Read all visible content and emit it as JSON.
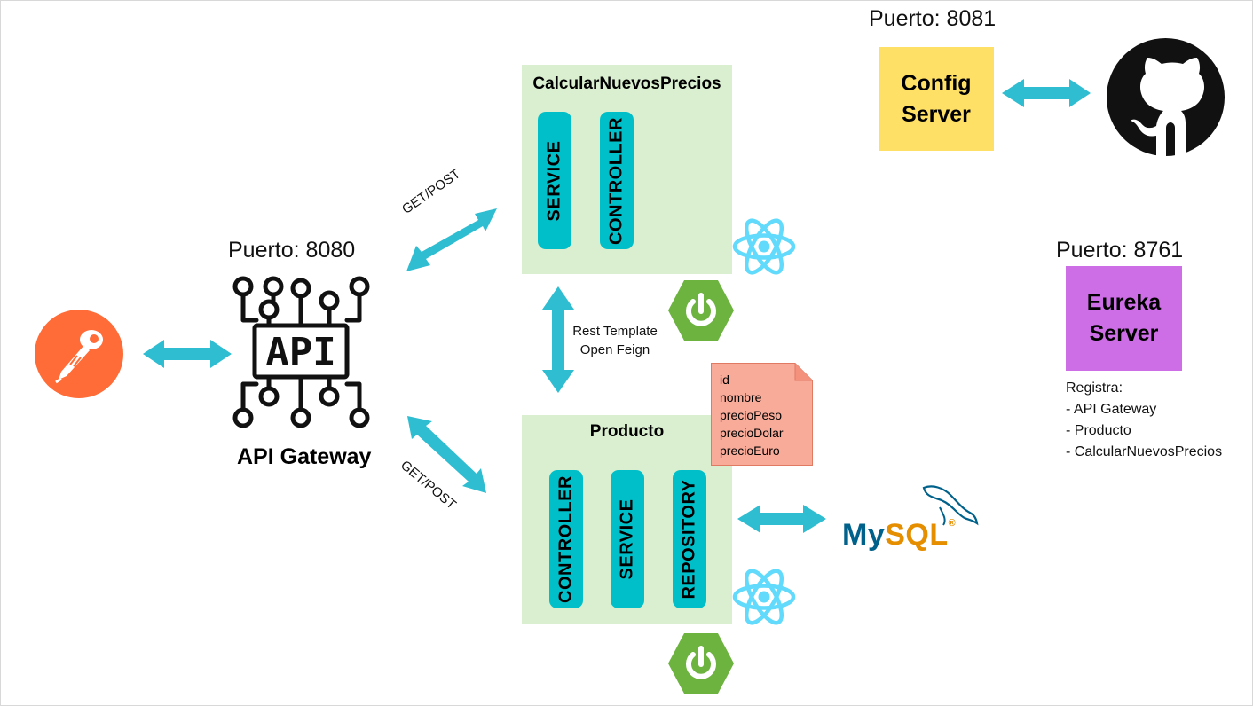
{
  "gateway": {
    "port_label": "Puerto: 8080",
    "api_text": "API",
    "title": "API Gateway"
  },
  "calcular": {
    "title": "CalcularNuevosPrecios",
    "layers": [
      "SERVICE",
      "CONTROLLER"
    ]
  },
  "producto": {
    "title": "Producto",
    "layers": [
      "CONTROLLER",
      "SERVICE",
      "REPOSITORY"
    ],
    "fields": [
      "id",
      "nombre",
      "precioPeso",
      "precioDolar",
      "precioEuro"
    ]
  },
  "arrows": {
    "gateway_calcular": "GET/POST",
    "gateway_producto": "GET/POST",
    "inter_service": [
      "Rest Template",
      "Open Feign"
    ]
  },
  "config": {
    "port_label": "Puerto: 8081",
    "title_lines": [
      "Config",
      "Server"
    ]
  },
  "eureka": {
    "port_label": "Puerto: 8761",
    "title_lines": [
      "Eureka",
      "Server"
    ],
    "registers_label": "Registra:",
    "registered": [
      "- API Gateway",
      "- Producto",
      "- CalcularNuevosPrecios"
    ]
  },
  "mysql": {
    "my": "My",
    "sql": "SQL",
    "reg": "®"
  },
  "icons": [
    "postman-icon",
    "api-gateway-icon",
    "react-icon",
    "spring-boot-icon",
    "github-icon",
    "mysql-logo"
  ],
  "colors": {
    "arrow": "#2ebdd1",
    "service_box": "#d9efcf",
    "pill": "#00bfc9",
    "config": "#ffe066",
    "eureka": "#cd6ee6",
    "note": "#f9ab9a",
    "postman": "#ff6c37",
    "spring": "#6db33f",
    "react": "#61dafb",
    "github": "#111111",
    "mysql_blue": "#00618a",
    "mysql_orange": "#e48e00"
  }
}
